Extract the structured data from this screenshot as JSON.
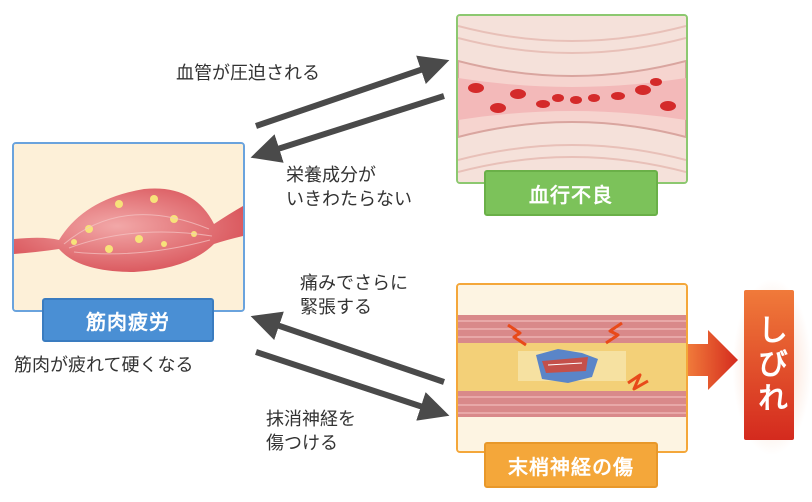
{
  "nodes": {
    "muscle_fatigue": "筋肉疲労",
    "poor_circulation": "血行不良",
    "nerve_injury": "末梢神経の傷",
    "numbness": "しびれ"
  },
  "captions": {
    "vessel_compressed": "血管が圧迫される",
    "nutrients_not_reaching": "栄養成分が\nいきわたらない",
    "muscle_stiffens": "筋肉が疲れて硬くなる",
    "pain_tension": "痛みでさらに\n緊張する",
    "damage_nerve": "抹消神経を\n傷つける"
  },
  "colors": {
    "muscle_label": "#4a8fd4",
    "circulation_label": "#7cc25a",
    "nerve_label": "#f4a73a",
    "numbness_gradient_top": "#f07a3a",
    "numbness_gradient_bottom": "#d42a1e",
    "arrow": "#4a4a4a"
  }
}
